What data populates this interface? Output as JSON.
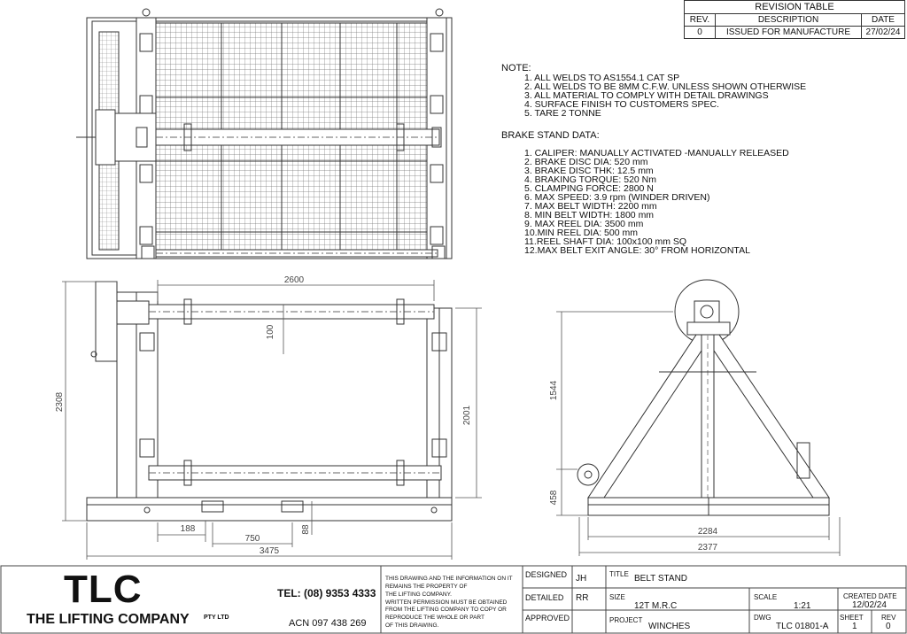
{
  "revision_table": {
    "title": "REVISION TABLE",
    "headers": [
      "REV.",
      "DESCRIPTION",
      "DATE"
    ],
    "rows": [
      [
        "0",
        "ISSUED FOR MANUFACTURE",
        "27/02/24"
      ]
    ]
  },
  "notes": {
    "heading": "NOTE:",
    "items": [
      "1. ALL WELDS TO AS1554.1 CAT SP",
      "2. ALL WELDS TO BE 8MM C.F.W. UNLESS SHOWN OTHERWISE",
      "3. ALL MATERIAL TO COMPLY WITH DETAIL DRAWINGS",
      "4. SURFACE FINISH TO CUSTOMERS SPEC.",
      "5. TARE 2 TONNE"
    ]
  },
  "brake_data": {
    "heading": "BRAKE STAND DATA:",
    "items": [
      "1. CALIPER: MANUALLY ACTIVATED -MANUALLY RELEASED",
      "2. BRAKE DISC DIA: 520 mm",
      "3. BRAKE DISC THK: 12.5 mm",
      "4. BRAKING TORQUE: 520 Nm",
      "5. CLAMPING FORCE: 2800 N",
      "6. MAX SPEED: 3.9 rpm (WINDER DRIVEN)",
      "7. MAX BELT WIDTH: 2200 mm",
      "8. MIN BELT WIDTH: 1800 mm",
      "9. MAX REEL DIA: 3500 mm",
      "10.MIN REEL DIA: 500 mm",
      "11.REEL SHAFT DIA: 100x100 mm SQ",
      "12.MAX BELT EXIT ANGLE: 30° FROM HORIZONTAL"
    ]
  },
  "dimensions": {
    "front_width_top": "2600",
    "shaft_size": "100",
    "overall_height": "2308",
    "frame_height": "2001",
    "pocket_offset": "188",
    "pocket_spacing": "750",
    "pocket_height": "88",
    "base_length": "3475",
    "side_height_top": "1544",
    "side_height_bottom": "458",
    "side_base_width": "2284",
    "side_overall_width": "2377"
  },
  "title_block": {
    "logo": "TLC",
    "company": "THE LIFTING COMPANY",
    "pty": "PTY LTD",
    "tel": "TEL: (08) 9353 4333",
    "acn": "ACN 097 438 269",
    "disclaimer": [
      "THIS DRAWING AND THE INFORMATION ON IT",
      "REMAINS THE PROPERTY OF",
      "THE LIFTING COMPANY.",
      "WRITTEN PERMISSION MUST BE OBTAINED",
      "FROM THE LIFTING COMPANY TO COPY OR",
      "REPRODUCE THE WHOLE OR PART",
      "OF THIS DRAWING."
    ],
    "designed_label": "DESIGNED",
    "designed_value": "JH",
    "detailed_label": "DETAILED",
    "detailed_value": "RR",
    "approved_label": "APPROVED",
    "title_label": "TITLE",
    "title_value": "BELT STAND",
    "size_label": "SIZE",
    "size_value": "12T M.R.C",
    "project_label": "PROJECT",
    "project_value": "WINCHES",
    "scale_label": "SCALE",
    "scale_value": "1:21",
    "dwg_label": "DWG",
    "dwg_value": "TLC 01801-A",
    "created_label": "CREATED DATE",
    "created_value": "12/02/24",
    "sheet_label": "SHEET",
    "sheet_value": "1",
    "rev_label": "REV",
    "rev_value": "0"
  }
}
